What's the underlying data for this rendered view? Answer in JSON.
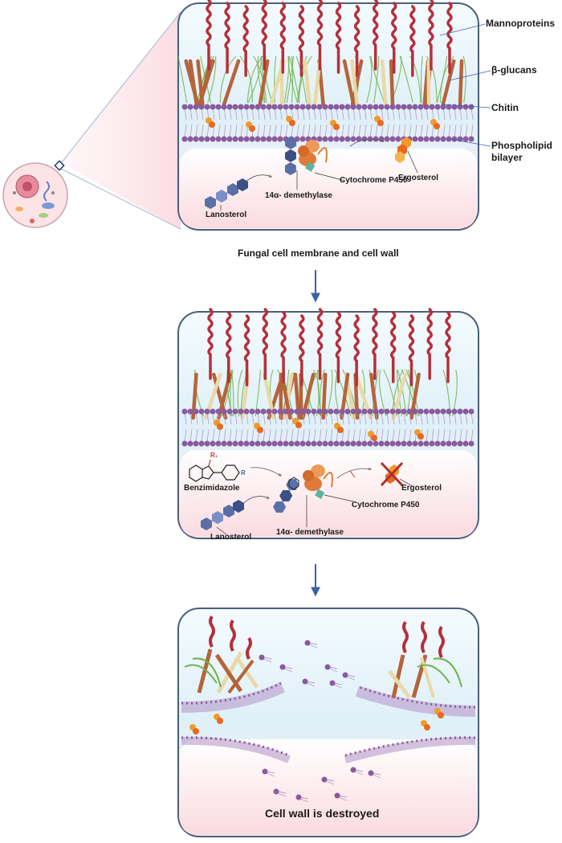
{
  "legend": {
    "mannoproteins": "Mannoproteins",
    "beta_glucans": "β-glucans",
    "chitin": "Chitin",
    "phospholipid_line1": "Phospholipid",
    "phospholipid_line2": "bilayer"
  },
  "panel1": {
    "ergosterol": "Ergosterol",
    "cytochrome": "Cytochrome P450",
    "demethylase": "14α- demethylase",
    "lanosterol": "Lanosterol",
    "caption": "Fungal cell membrane and cell wall"
  },
  "panel2": {
    "benzimidazole": "Benzimidazole",
    "ergosterol": "Ergosterol",
    "cytochrome": "Cytochrome P450",
    "demethylase": "14α- demethylase",
    "lanosterol": "Lanosterol",
    "r_group": "R",
    "r1_group": "R₁"
  },
  "panel3": {
    "caption": "Cell wall is destroyed"
  },
  "colors": {
    "panel_border": "#4a5f7a",
    "arrow": "#3b63a8",
    "mannoprotein": "#b5303a",
    "glucan": "#6fb24a",
    "chitin_brown": "#b5643a",
    "chitin_cream": "#e8d9a8",
    "lipid_head": "#8a5a9e",
    "lipid_tail": "#b89ac9",
    "enzyme": "#e07a3a",
    "heme": "#5fb3a0",
    "sterol": "#5a6fa8",
    "ergosterol": "#f29a2a"
  }
}
